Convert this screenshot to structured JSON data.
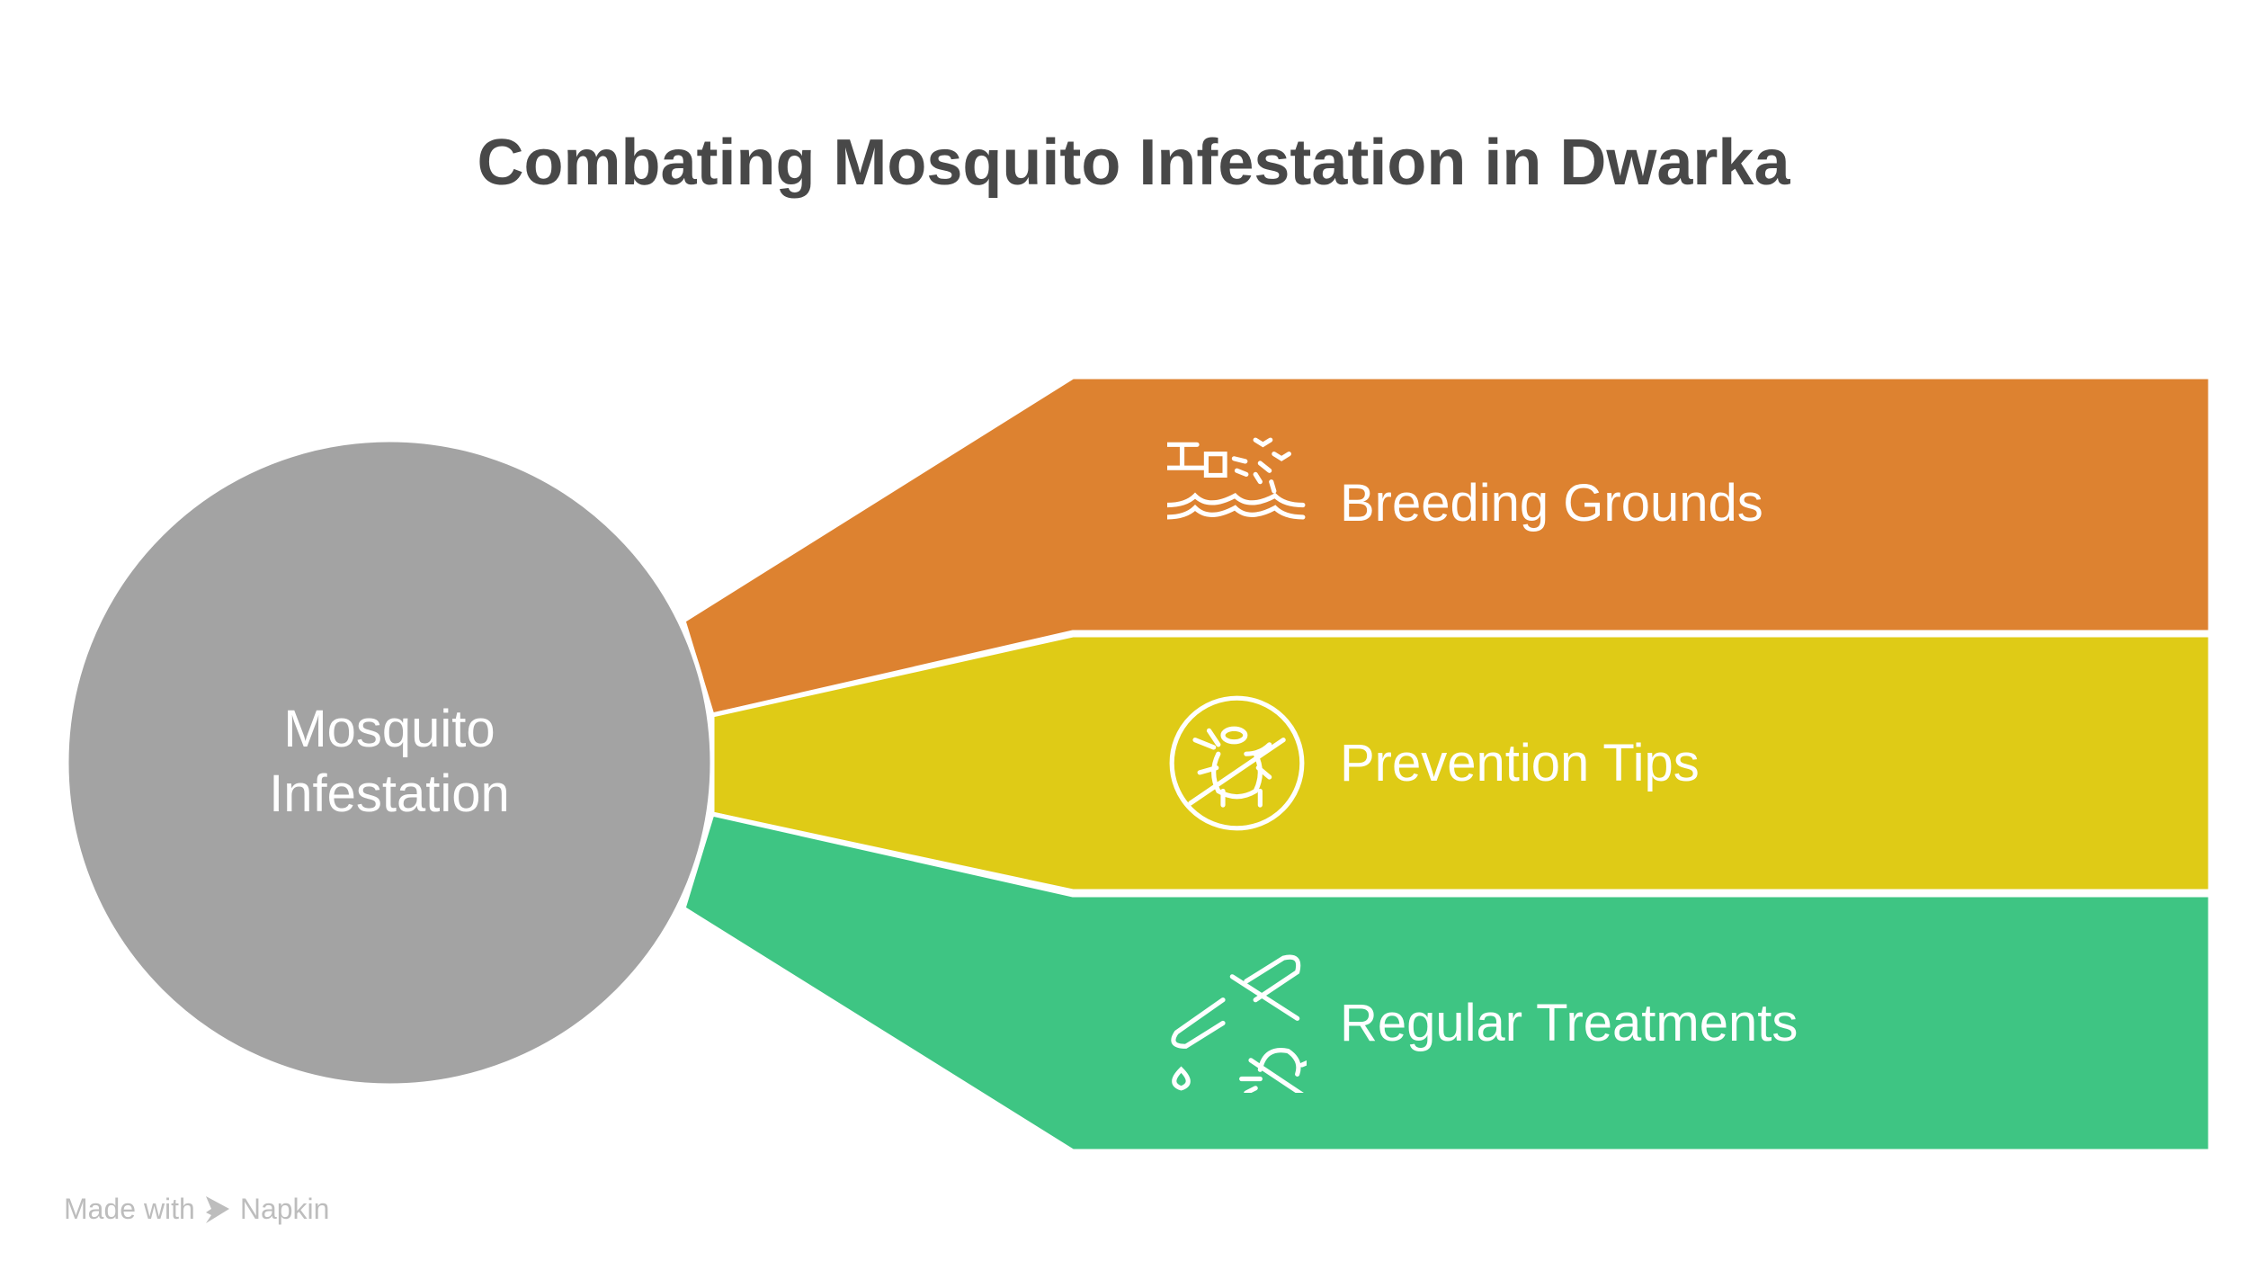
{
  "title": "Combating Mosquito Infestation in Dwarka",
  "center": {
    "line1": "Mosquito",
    "line2": "Infestation",
    "color": "#a3a3a3"
  },
  "branches": [
    {
      "label": "Breeding Grounds",
      "icon": "faucet-water-icon",
      "color": "#dd8230"
    },
    {
      "label": "Prevention Tips",
      "icon": "no-bug-icon",
      "color": "#dfcb16"
    },
    {
      "label": "Regular Treatments",
      "icon": "dropper-bug-icon",
      "color": "#3ec583"
    }
  ],
  "footer": {
    "made_with": "Made with",
    "brand": "Napkin"
  }
}
